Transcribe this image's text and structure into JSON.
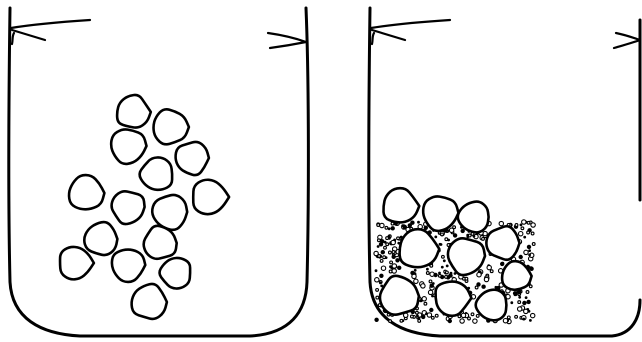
{
  "colors": {
    "line": "#000000",
    "fill": "#ffffff",
    "background": "#ffffff"
  },
  "jars": [
    {
      "name": "jar-left",
      "contents": [
        "large-balls"
      ]
    },
    {
      "name": "jar-right",
      "contents": [
        "large-balls",
        "sand-grains"
      ]
    }
  ]
}
